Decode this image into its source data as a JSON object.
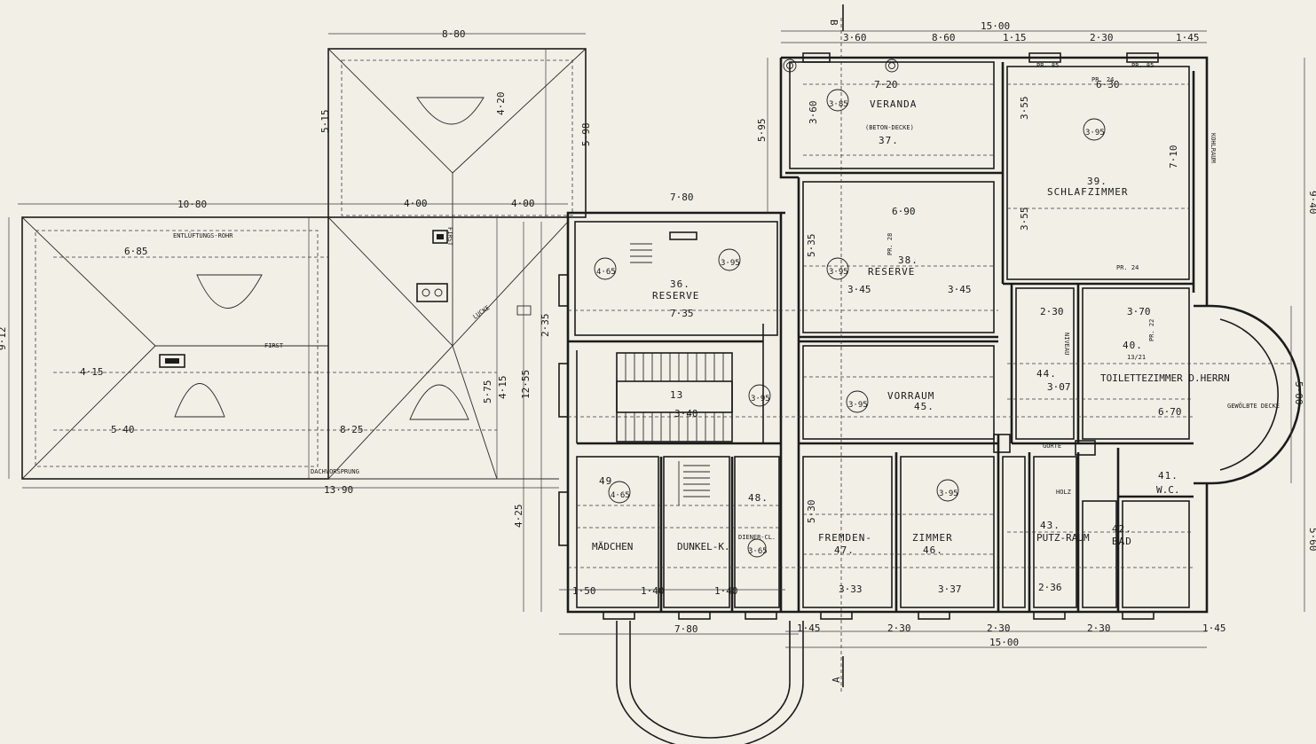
{
  "section_marks": {
    "top": "B",
    "bottom": "A"
  },
  "roof": {
    "labels": [
      "ENTLÜFTUNGS-ROHR",
      "FIRST",
      "FIRST",
      "DACHVORSPRUNG",
      "LUCKE"
    ]
  },
  "rooms": [
    {
      "num": "13",
      "name": ""
    },
    {
      "num": "36.",
      "name": "RESERVE"
    },
    {
      "num": "37.",
      "name": "VERANDA",
      "note": "(BETON-DECKE)"
    },
    {
      "num": "38.",
      "name": "RESERVE"
    },
    {
      "num": "39.",
      "name": "SCHLAFZIMMER"
    },
    {
      "num": "40.",
      "name": "TOILETTEZIMMER D.HERRN",
      "note": "GEWÖLBTE DECKE"
    },
    {
      "num": "41.",
      "name": "W.C."
    },
    {
      "num": "42.",
      "name": "BAD"
    },
    {
      "num": "43.",
      "name": "PUTZ-RAUM"
    },
    {
      "num": "44.",
      "name": ""
    },
    {
      "num": "45.",
      "name": "VORRAUM"
    },
    {
      "num": "46.",
      "name": "ZIMMER"
    },
    {
      "num": "47.",
      "name": "FREMDEN-"
    },
    {
      "num": "48.",
      "name": "DIENER-CL."
    },
    {
      "num": "49",
      "name": "MÄDCHEN"
    },
    {
      "num": "",
      "name": "DUNKEL-K."
    }
  ],
  "levels": [
    "3·85",
    "3·95",
    "4·65",
    "3·95",
    "3·95",
    "3·95",
    "3·95",
    "3·95",
    "4·65",
    "3·65"
  ],
  "dimensions": {
    "top": [
      "15·00",
      "3·60",
      "8·60",
      "1·15",
      "2·30",
      "1·45"
    ],
    "roof_top": [
      "8·80",
      "10·80",
      "7·80",
      "4·00",
      "4·00"
    ],
    "bottom": [
      "7·80",
      "15·00",
      "1·45",
      "2·30",
      "2·30",
      "2·30",
      "1·45"
    ],
    "bottom_rooms": [
      "1·50",
      "1·40",
      "1·40",
      "3·33",
      "3·37",
      "2·36"
    ],
    "left": [
      "9·12",
      "12·55",
      "4·15",
      "2·35",
      "4·25"
    ],
    "right": [
      "9·40",
      "5·60",
      "5·00"
    ],
    "interior": [
      "7·20",
      "6·30",
      "6·90",
      "3·45",
      "3·45",
      "3·40",
      "7·35",
      "3·70",
      "6·70",
      "3·07",
      "2·30",
      "5·35",
      "3·55",
      "3·55",
      "7·10",
      "5·95",
      "5·98",
      "4·15",
      "5·75",
      "4·20",
      "5·15",
      "6·85",
      "4·15",
      "5·40",
      "8·25",
      "13·90",
      "3·60",
      "5·30"
    ]
  },
  "annotations": [
    "PR. 24",
    "PR. 28",
    "PR. 85",
    "PR. 22",
    "13/21",
    "GURTE",
    "KOHLRAUM",
    "NIVEAU",
    "HOLZ"
  ]
}
